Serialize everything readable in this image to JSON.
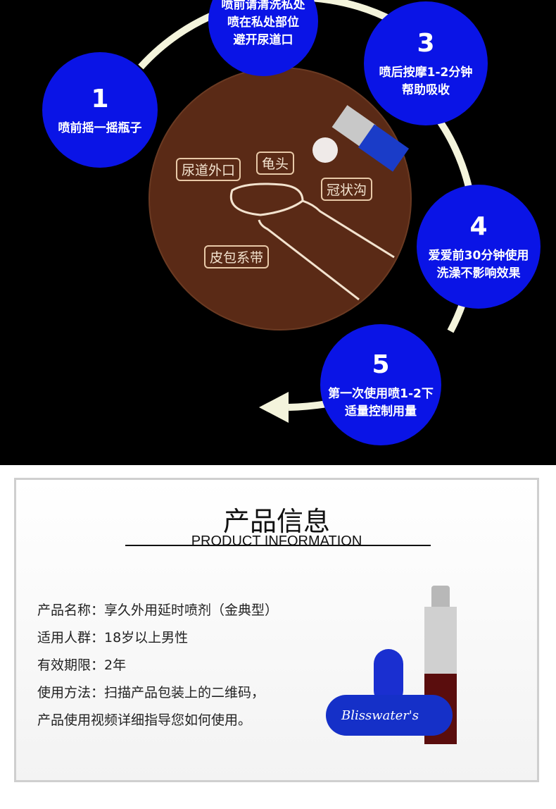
{
  "steps": {
    "top": {
      "lines": [
        "喷前请清洗私处",
        "喷在私处部位",
        "避开尿道口"
      ]
    },
    "s1": {
      "num": "1",
      "lines": [
        "喷前摇一摇瓶子"
      ]
    },
    "s3": {
      "num": "3",
      "lines": [
        "喷后按摩1-2分钟",
        "帮助吸收"
      ]
    },
    "s4": {
      "num": "4",
      "lines": [
        "爱爱前30分钟使用",
        "洗澡不影响效果"
      ]
    },
    "s5": {
      "num": "5",
      "lines": [
        "第一次使用喷1-2下",
        "适量控制用量"
      ]
    }
  },
  "diagram_labels": {
    "urethra": "尿道外口",
    "glans": "龟头",
    "corona": "冠状沟",
    "frenulum": "皮包系带"
  },
  "product": {
    "title_cn": "产品信息",
    "title_en": "PRODUCT INFORMATION",
    "info": [
      "产品名称：享久外用延时喷剂（金典型）",
      "适用人群：18岁以上男性",
      "有效期限：2年",
      "使用方法：扫描产品包装上的二维码，",
      "产品使用视频详细指导您如何使用。"
    ],
    "brand": "Blisswater's"
  },
  "colors": {
    "step_blue": "#0a14e6",
    "diagram_brown": "#5a2a16",
    "ring": "#f4f4dc"
  }
}
